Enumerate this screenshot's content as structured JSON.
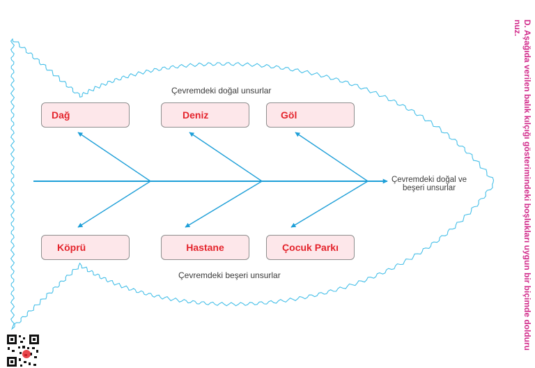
{
  "instruction": {
    "line1": "D. Aşağıda verilen balık kılçığı gösterimindeki boşlukları uygun bir biçimde dolduru",
    "line2": "nuz."
  },
  "diagram": {
    "top_label": "Çevremdeki doğal unsurlar",
    "bottom_label": "Çevremdeki beşeri unsurlar",
    "arrow_label_line1": "Çevremdeki doğal ve",
    "arrow_label_line2": "beşeri unsurlar",
    "natural_items": [
      "Dağ",
      "Deniz",
      "Göl"
    ],
    "human_items": [
      "Köprü",
      "Hastane",
      "Çocuk Parkı"
    ]
  },
  "colors": {
    "outline": "#46bfe8",
    "arrow": "#1e9fd8",
    "box_fill": "#fde7ea",
    "box_text": "#e4242c",
    "instruction_text": "#d12a8a"
  },
  "icons": {
    "qr": "qr-code-icon"
  }
}
